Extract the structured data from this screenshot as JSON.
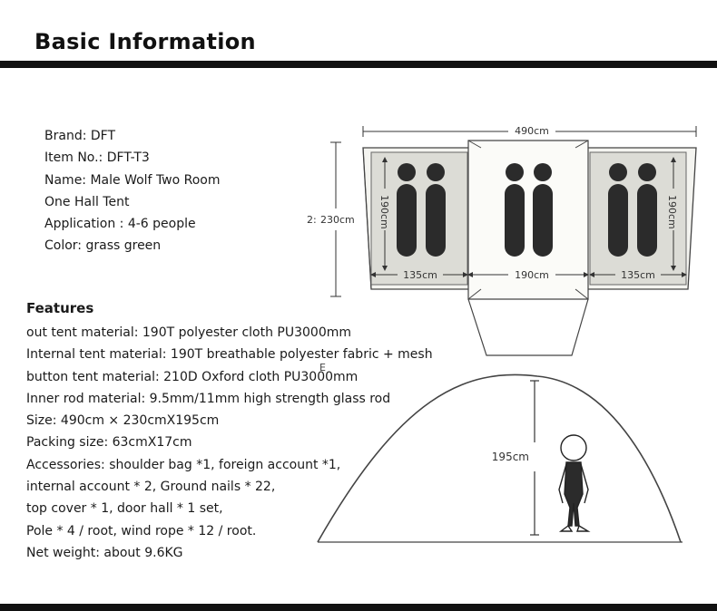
{
  "section_title": "Basic Information",
  "basic_info": [
    "Brand: DFT",
    "Item No.: DFT-T3",
    "Name: Male Wolf Two Room",
    "One Hall Tent",
    "Application : 4-6 people",
    "Color: grass green"
  ],
  "features_title": "Features",
  "features": [
    "out tent material: 190T polyester cloth PU3000mm",
    "Internal tent material: 190T breathable polyester fabric + mesh",
    "button tent material: 210D Oxford cloth PU3000mm",
    "Inner rod material: 9.5mm/11mm high strength glass rod",
    "Size: 490cm × 230cmX195cm",
    "Packing size: 63cmX17cm",
    "Accessories: shoulder bag *1, foreign account *1,",
    "internal account * 2, Ground nails * 22,",
    "top cover * 1, door hall * 1 set,",
    "Pole * 4 / root, wind rope * 12 / root.",
    "Net weight: about 9.6KG"
  ],
  "diagram": {
    "width_label": "490cm",
    "depth_label": "230cm",
    "depth_prefix": "2:",
    "room_length_left": "190cm",
    "room_length_right": "190cm",
    "room_width_left": "135cm",
    "hall_width": "190cm",
    "room_width_right": "135cm",
    "height_label": "195cm",
    "stray_mark": "E"
  },
  "colors": {
    "bar": "#111111",
    "tent_floor": "#dcdcd6",
    "sleeper": "#2b2b2b",
    "outline": "#444444"
  }
}
